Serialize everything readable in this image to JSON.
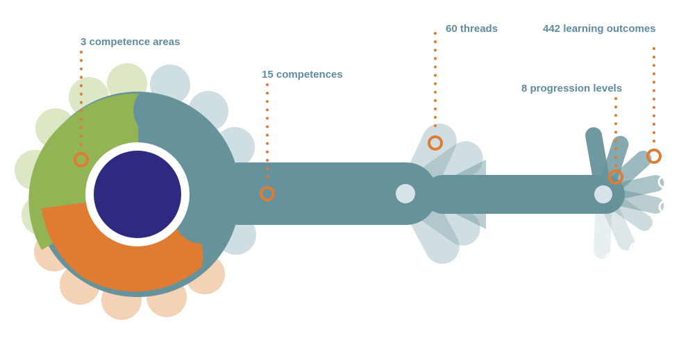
{
  "labels": {
    "competence_areas": "3 competence areas",
    "competences": "15 competences",
    "threads": "60 threads",
    "learning_outcomes": "442 learning outcomes",
    "progression_levels": "8 progression levels"
  },
  "colors": {
    "green": "#93b454",
    "orange": "#e07b32",
    "teal": "#66939b",
    "navy": "#2e2a82",
    "label_text": "#5e8ba0",
    "marker": "#e07b32",
    "petal_green": "#dbe7c5",
    "petal_orange": "#f4d2b5",
    "petal_teal": "#cfdee2"
  }
}
